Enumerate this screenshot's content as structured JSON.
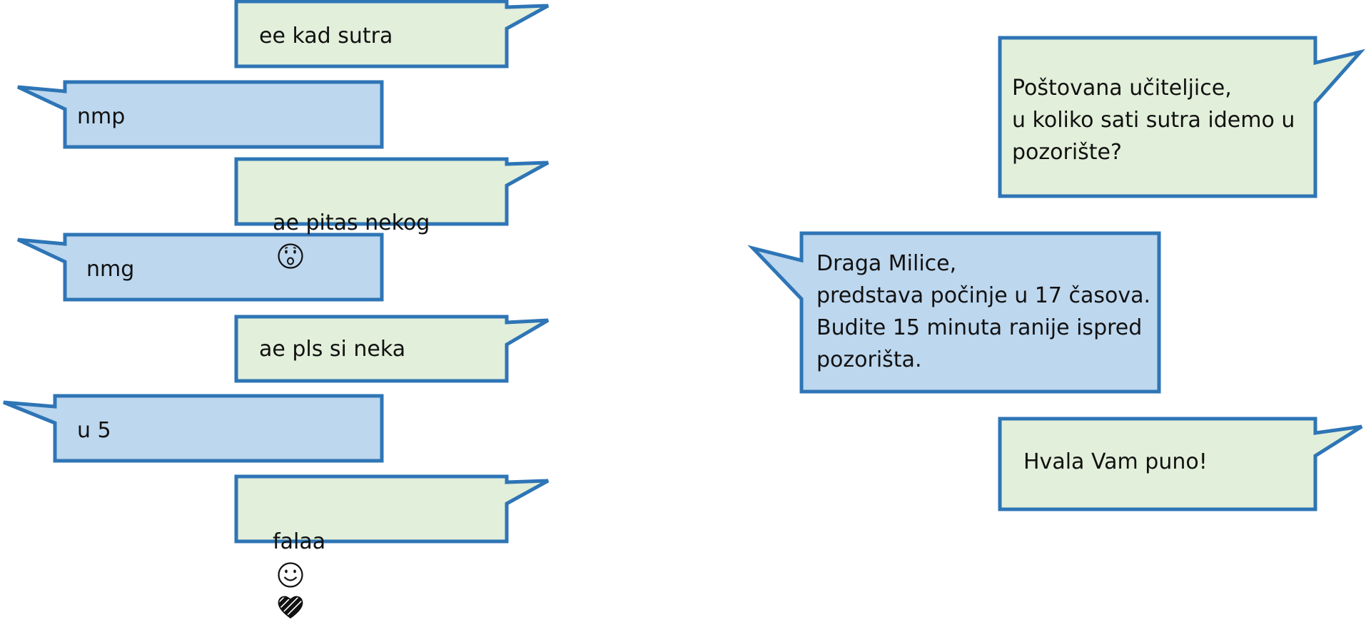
{
  "colors": {
    "outline": "#2E75B6",
    "green_fill": "#E2EFDA",
    "blue_fill": "#BDD7EE",
    "text": "#111111"
  },
  "left_chat": {
    "messages": [
      {
        "side": "right",
        "text": "ee kad sutra"
      },
      {
        "side": "left",
        "text": "nmp"
      },
      {
        "side": "right",
        "text": "ae pitas nekog",
        "icon": "surprised-face-icon"
      },
      {
        "side": "left",
        "text": "nmg"
      },
      {
        "side": "right",
        "text": "ae pls si neka"
      },
      {
        "side": "left",
        "text": "u 5"
      },
      {
        "side": "right",
        "text": "falaa",
        "icons": [
          "smiling-face-icon",
          "striped-heart-icon"
        ]
      }
    ]
  },
  "right_chat": {
    "messages": [
      {
        "side": "right",
        "lines": [
          "Poštovana učiteljice,",
          "u koliko sati sutra idemo u",
          "pozorište?"
        ]
      },
      {
        "side": "left",
        "lines": [
          "Draga Milice,",
          "predstava počinje u 17 časova.",
          "Budite 15 minuta ranije ispred",
          "pozorišta."
        ]
      },
      {
        "side": "right",
        "lines": [
          "Hvala Vam puno!"
        ]
      }
    ]
  }
}
